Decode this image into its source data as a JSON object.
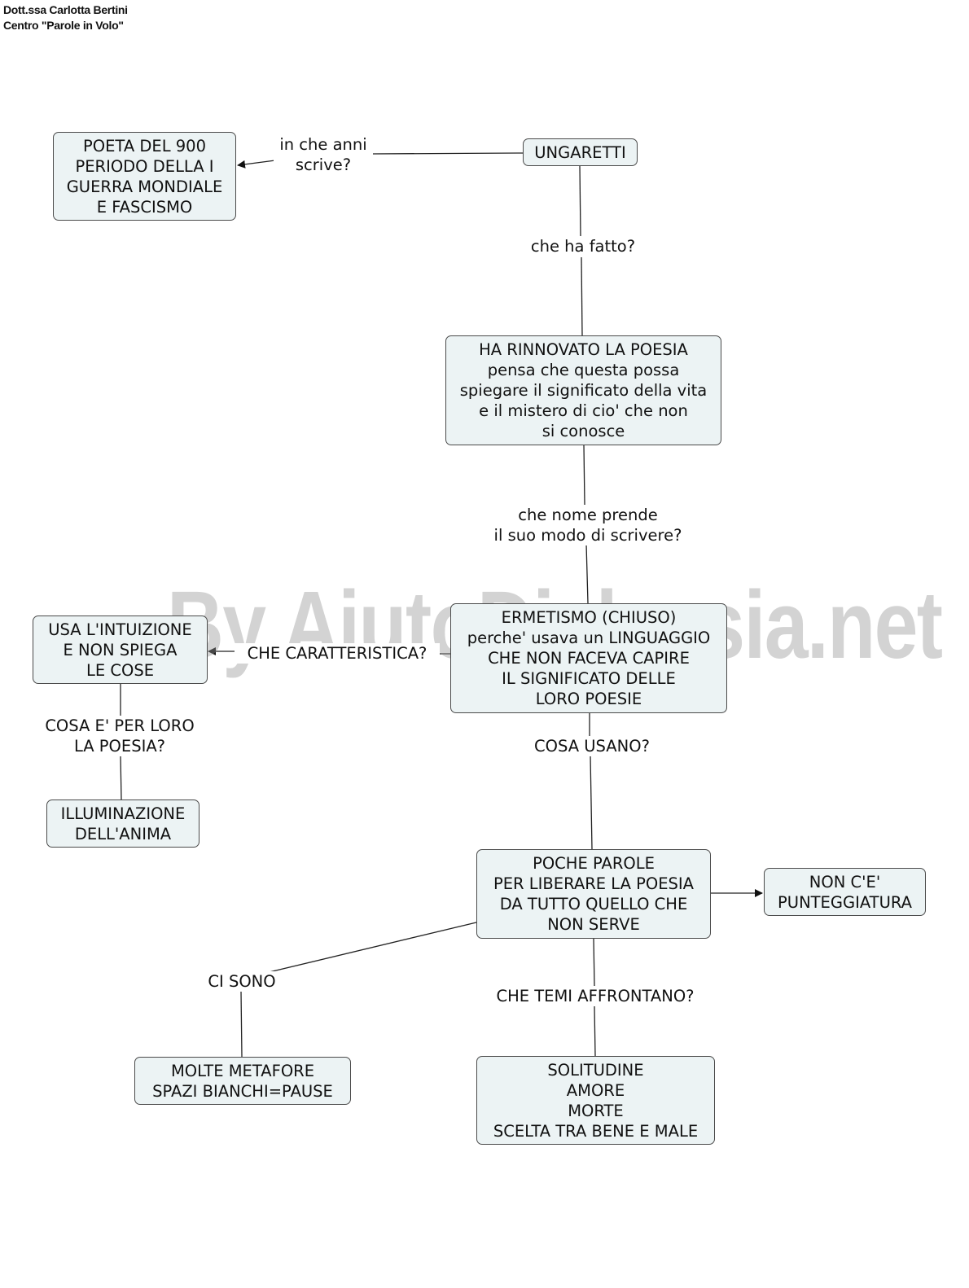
{
  "header": {
    "line1": "Dott.ssa Carlotta Bertini",
    "line2": "Centro \"Parole in Volo\""
  },
  "watermark": "By AiutoDislessia.net",
  "nodes": {
    "ungaretti": "UNGARETTI",
    "poeta": "POETA DEL 900\nPERIODO DELLA I\nGUERRA MONDIALE\nE FASCISMO",
    "rinnovato": "HA RINNOVATO LA POESIA\npensa che questa possa\nspiegare il significato della vita\ne il mistero di cio' che non\nsi conosce",
    "ermetismo": "ERMETISMO (CHIUSO)\nperche' usava un LINGUAGGIO\nCHE NON FACEVA CAPIRE\nIL SIGNIFICATO DELLE\nLORO POESIE",
    "intuizione": "USA L'INTUIZIONE\nE NON SPIEGA\nLE COSE",
    "illuminazione": "ILLUMINAZIONE\nDELL'ANIMA",
    "poche_parole": "POCHE PAROLE\nPER LIBERARE LA POESIA\nDA TUTTO QUELLO CHE\nNON SERVE",
    "punteggiatura": "NON C'E'\nPUNTEGGIATURA",
    "metafore": "MOLTE METAFORE\nSPAZI BIANCHI=PAUSE",
    "temi": "SOLITUDINE\nAMORE\nMORTE\nSCELTA TRA BENE E MALE"
  },
  "links": {
    "anni": "in che anni\nscrive?",
    "fatto": "che ha fatto?",
    "nome": "che nome prende\nil suo modo di scrivere?",
    "caratteristica": "CHE CARATTERISTICA?",
    "poesia_per_loro": "COSA E' PER LORO\nLA POESIA?",
    "usano": "COSA USANO?",
    "ci_sono": "CI SONO",
    "temi_q": "CHE TEMI AFFRONTANO?"
  },
  "colors": {
    "node_fill": "#ecf3f4",
    "node_border": "#4a4a4a",
    "line": "#222222",
    "watermark": "#969696"
  }
}
